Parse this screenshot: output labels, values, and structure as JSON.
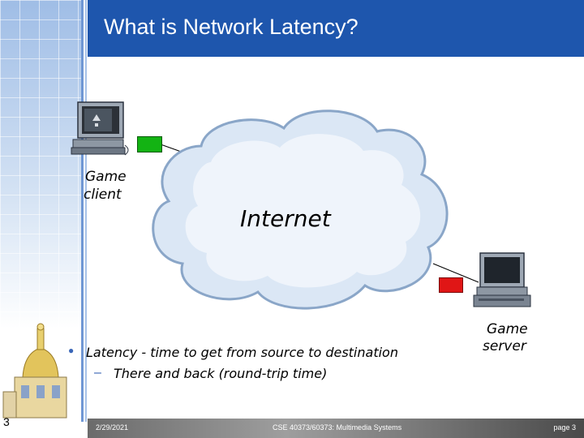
{
  "title": "What is Network Latency?",
  "diagram": {
    "client_label_line1": "Game",
    "client_label_line2": "client",
    "server_label_line1": "Game",
    "server_label_line2": "server",
    "cloud_label": "Internet"
  },
  "bullets": [
    {
      "text": "Latency - time to get from source to destination",
      "sub": "There and back (round-trip time)"
    }
  ],
  "footer": {
    "date": "2/29/2021",
    "course": "CSE 40373/60373: Multimedia Systems",
    "page": "page 3"
  },
  "slide_number": "3",
  "colors": {
    "title_bar": "#1e56ad",
    "client_link": "#13b313",
    "server_link": "#e01616",
    "cloud_fill": "#dbe7f5"
  }
}
